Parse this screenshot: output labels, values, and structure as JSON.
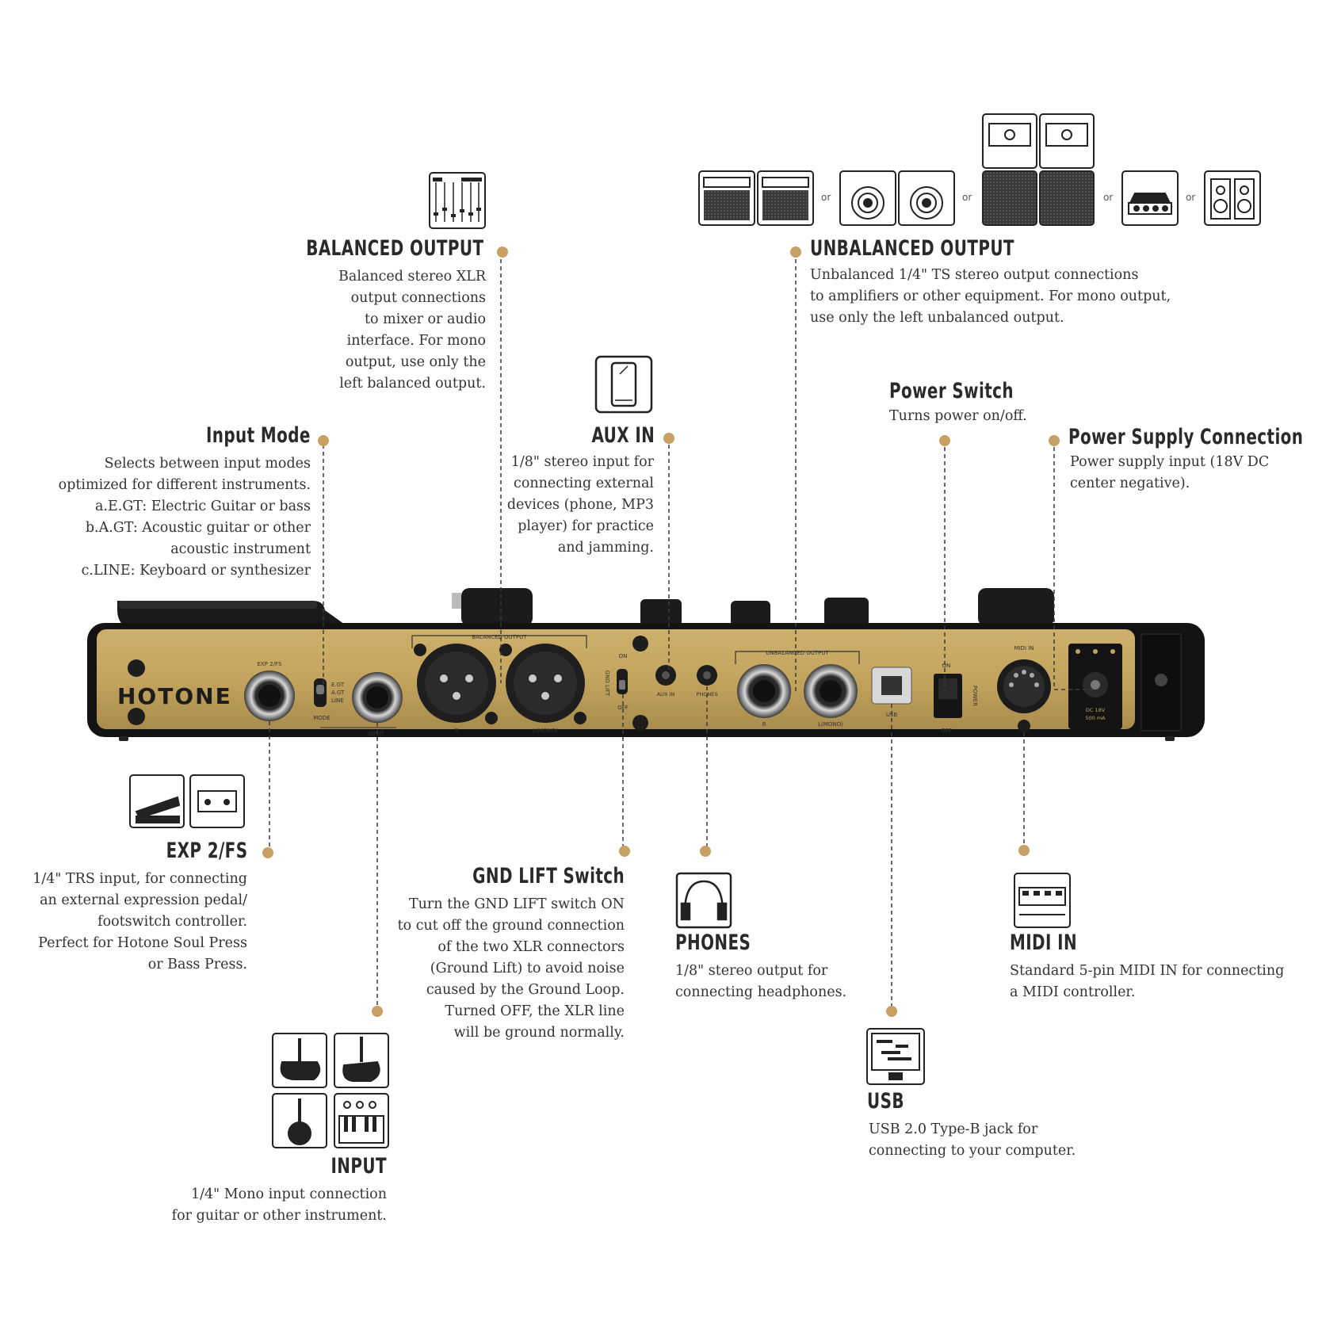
{
  "colors": {
    "gold": "#C3A45E",
    "gold_dark": "#9E8244",
    "body_black": "#141414",
    "dot": "#C9A063",
    "text": "#2a2a2a"
  },
  "device": {
    "brand": "HOTONE",
    "panel_labels": {
      "exp_fs": "EXP 2/FS",
      "mode": "MODE",
      "mode_opts": [
        "E.GT",
        "A.GT",
        "LINE"
      ],
      "input": "INPUT",
      "balanced_output": "BALANCED OUTPUT",
      "bal_r": "R",
      "bal_l": "L(MONO)",
      "gnd_lift": "GND LIFT",
      "gnd_on": "ON",
      "gnd_off": "OFF",
      "aux_in": "AUX IN",
      "phones": "PHONES",
      "unbalanced_output": "UNBALANCED OUTPUT",
      "unbal_r": "R",
      "unbal_l": "L(MONO)",
      "usb": "USB",
      "power": "POWER",
      "power_on": "ON",
      "power_off": "OFF",
      "midi_in": "MIDI IN",
      "dc": "DC 18V",
      "dc_ma": "500 mA"
    }
  },
  "callouts": {
    "balanced_output": {
      "title": "BALANCED OUTPUT",
      "text": "Balanced stereo XLR\noutput connections\nto mixer or audio\ninterface. For mono\noutput, use only the\nleft balanced output.",
      "icon": "mixer-icon"
    },
    "unbalanced_output": {
      "title": "UNBALANCED OUTPUT",
      "text": "Unbalanced 1/4\" TS stereo output connections\nto amplifiers or other equipment. For mono output,\nuse only the left unbalanced output.",
      "icons": [
        "combo-amp-icon",
        "bass-amp-icon",
        "amp-head-cabinet-icon",
        "power-amp-icon",
        "studio-monitor-icon"
      ],
      "or": "or"
    },
    "input_mode": {
      "title": "Input Mode",
      "text": "Selects between input modes\noptimized for different instruments.\na.E.GT: Electric Guitar or bass\nb.A.GT: Acoustic guitar or other\nacoustic instrument\nc.LINE: Keyboard or synthesizer"
    },
    "aux_in": {
      "title": "AUX IN",
      "text": "1/8\" stereo input for\nconnecting external\ndevices (phone, MP3\nplayer) for practice\nand jamming.",
      "icon": "phone-icon"
    },
    "power_switch": {
      "title": "Power Switch",
      "text": "Turns power on/off."
    },
    "power_supply": {
      "title": "Power Supply Connection",
      "text": "Power supply input (18V DC\ncenter negative)."
    },
    "exp_fs": {
      "title": "EXP 2/FS",
      "text": "1/4\" TRS input, for connecting\nan external expression pedal/\nfootswitch controller.\nPerfect for Hotone Soul Press\nor Bass Press.",
      "icons": [
        "expression-pedal-icon",
        "footswitch-icon"
      ]
    },
    "gnd_lift": {
      "title": "GND LIFT Switch",
      "text": "Turn the GND LIFT switch ON\nto cut off the ground connection\nof the two XLR connectors\n(Ground Lift) to avoid noise\ncaused by the Ground Loop.\nTurned OFF, the XLR line\nwill be ground normally."
    },
    "phones": {
      "title": "PHONES",
      "text": "1/8\" stereo output for\nconnecting headphones.",
      "icon": "headphones-icon"
    },
    "midi_in": {
      "title": "MIDI IN",
      "text": "Standard 5-pin MIDI IN for connecting\na MIDI controller.",
      "icon": "midi-controller-icon"
    },
    "usb": {
      "title": "USB",
      "text": "USB 2.0 Type-B jack for\nconnecting to your computer.",
      "icon": "computer-daw-icon"
    },
    "input": {
      "title": "INPUT",
      "text": "1/4\" Mono input connection\nfor guitar or other instrument.",
      "icons": [
        "electric-guitar-icon",
        "bass-guitar-icon",
        "acoustic-guitar-icon",
        "keyboard-synth-icon"
      ]
    }
  }
}
